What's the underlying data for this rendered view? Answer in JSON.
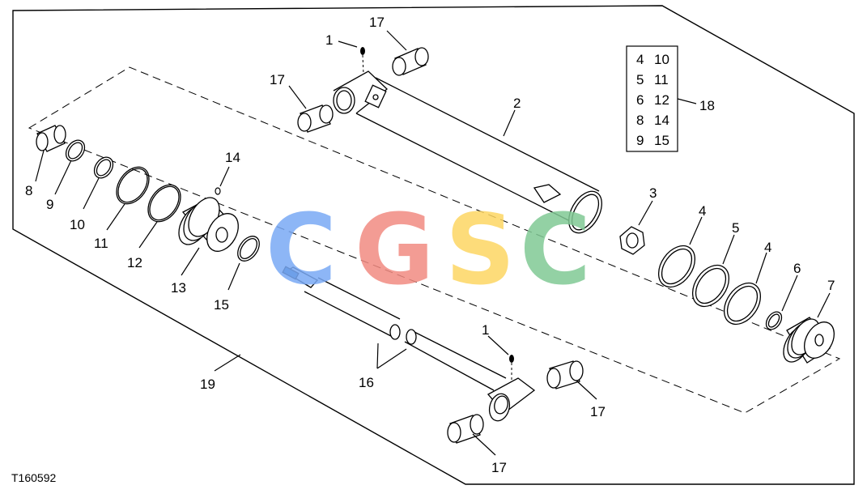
{
  "figure_id": "T160592",
  "callouts": {
    "c1a": "1",
    "c1b": "1",
    "c2": "2",
    "c3": "3",
    "c4a": "4",
    "c4b": "4",
    "c5": "5",
    "c6": "6",
    "c7": "7",
    "c8": "8",
    "c9": "9",
    "c10": "10",
    "c11": "11",
    "c12": "12",
    "c13": "13",
    "c14": "14",
    "c15": "15",
    "c16": "16",
    "c17a": "17",
    "c17b": "17",
    "c17c": "17",
    "c17d": "17",
    "c18": "18",
    "c19": "19"
  },
  "kit_table": {
    "rows": [
      [
        "4",
        "10"
      ],
      [
        "5",
        "11"
      ],
      [
        "6",
        "12"
      ],
      [
        "8",
        "14"
      ],
      [
        "9",
        "15"
      ]
    ]
  },
  "watermark": {
    "letters": [
      "C",
      "G",
      "S",
      "C"
    ],
    "colors": [
      "#7aaaf5",
      "#f28b82",
      "#fdd663",
      "#81c995"
    ]
  }
}
